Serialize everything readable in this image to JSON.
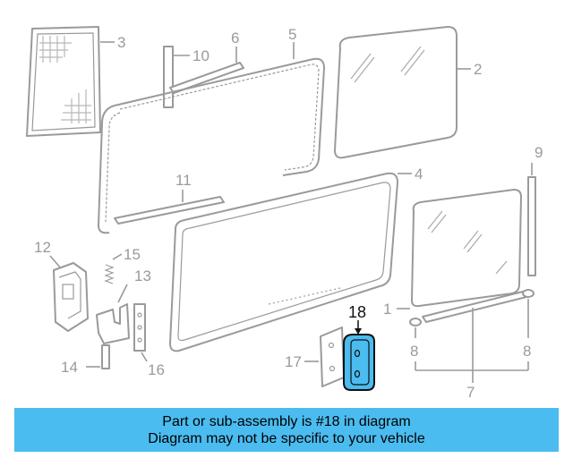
{
  "callouts": {
    "c1": "1",
    "c2": "2",
    "c3": "3",
    "c4": "4",
    "c5": "5",
    "c6": "6",
    "c7": "7",
    "c8a": "8",
    "c8b": "8",
    "c9": "9",
    "c10": "10",
    "c11": "11",
    "c12": "12",
    "c13": "13",
    "c14": "14",
    "c15": "15",
    "c16": "16",
    "c17": "17",
    "c18": "18"
  },
  "highlighted_part": "18",
  "colors": {
    "highlight": "#4bbcf0",
    "line": "#9a9a9a"
  },
  "banner": {
    "line1": "Part or sub-assembly is #18 in diagram",
    "line2": "Diagram may not be specific to your vehicle"
  }
}
